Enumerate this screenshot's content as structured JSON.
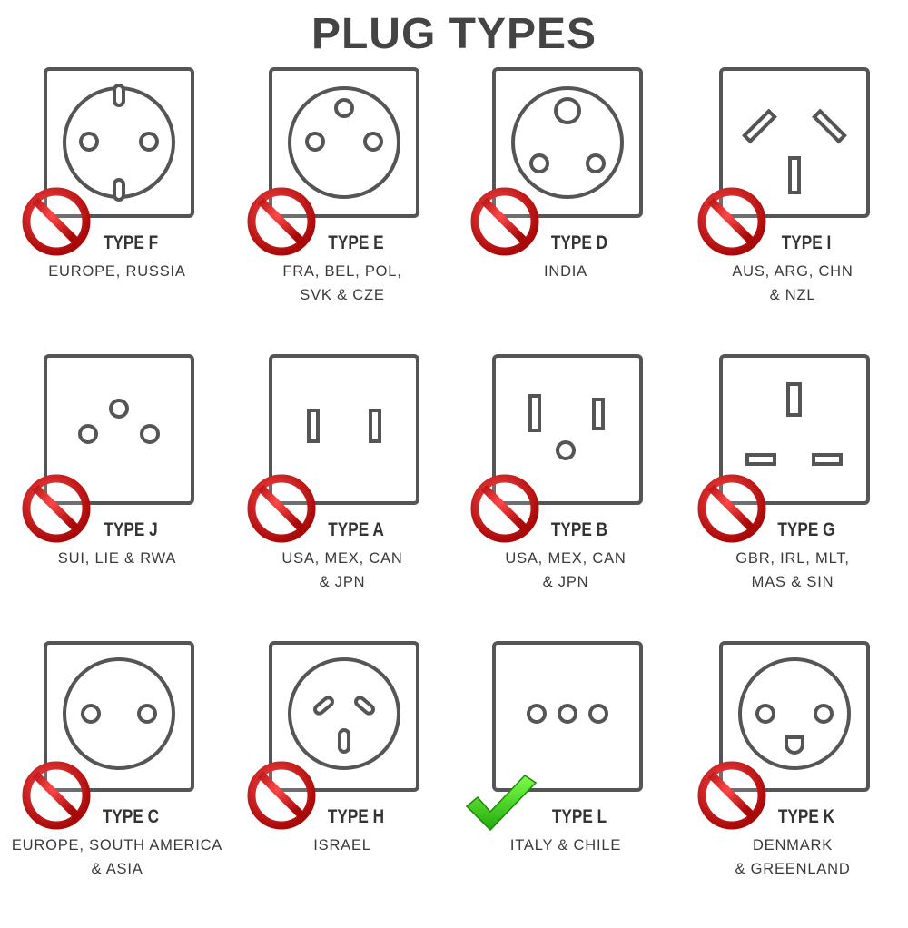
{
  "title": "PLUG TYPES",
  "colors": {
    "outline": "#555555",
    "shadow": "#eeeeee",
    "forbidden_red": "#d11414",
    "check_green": "#3fcf20"
  },
  "plugs": [
    {
      "type": "TYPE F",
      "region": "EUROPE, RUSSIA",
      "status": "not-used",
      "socket_icon": "type-f-socket-icon"
    },
    {
      "type": "TYPE E",
      "region": "FRA, BEL, POL,\nSVK & CZE",
      "status": "not-used",
      "socket_icon": "type-e-socket-icon"
    },
    {
      "type": "TYPE D",
      "region": "INDIA",
      "status": "not-used",
      "socket_icon": "type-d-socket-icon"
    },
    {
      "type": "TYPE I",
      "region": "AUS, ARG, CHN\n& NZL",
      "status": "not-used",
      "socket_icon": "type-i-socket-icon"
    },
    {
      "type": "TYPE J",
      "region": "SUI, LIE & RWA",
      "status": "not-used",
      "socket_icon": "type-j-socket-icon"
    },
    {
      "type": "TYPE A",
      "region": "USA, MEX, CAN\n& JPN",
      "status": "not-used",
      "socket_icon": "type-a-socket-icon"
    },
    {
      "type": "TYPE B",
      "region": "USA, MEX, CAN\n& JPN",
      "status": "not-used",
      "socket_icon": "type-b-socket-icon"
    },
    {
      "type": "TYPE G",
      "region": "GBR, IRL, MLT,\nMAS & SIN",
      "status": "not-used",
      "socket_icon": "type-g-socket-icon"
    },
    {
      "type": "TYPE C",
      "region": "EUROPE, SOUTH AMERICA\n& ASIA",
      "status": "not-used",
      "socket_icon": "type-c-socket-icon"
    },
    {
      "type": "TYPE H",
      "region": "ISRAEL",
      "status": "not-used",
      "socket_icon": "type-h-socket-icon"
    },
    {
      "type": "TYPE L",
      "region": "ITALY & CHILE",
      "status": "used",
      "socket_icon": "type-l-socket-icon"
    },
    {
      "type": "TYPE K",
      "region": "DENMARK\n& GREENLAND",
      "status": "not-used",
      "socket_icon": "type-k-socket-icon"
    }
  ]
}
